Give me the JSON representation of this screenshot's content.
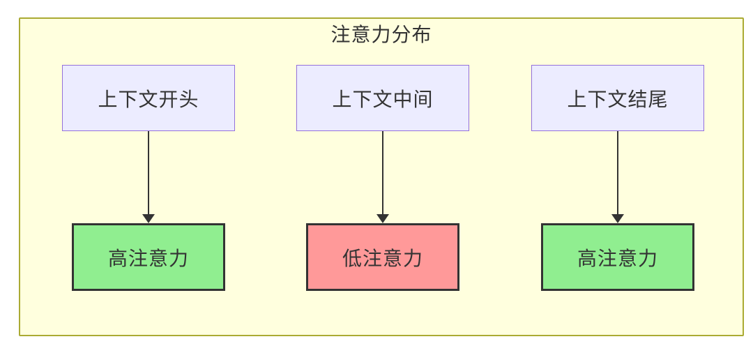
{
  "diagram": {
    "title": "注意力分布",
    "columns": [
      {
        "source": "上下文开头",
        "target": "高注意力",
        "level": "high"
      },
      {
        "source": "上下文中间",
        "target": "低注意力",
        "level": "low"
      },
      {
        "source": "上下文结尾",
        "target": "高注意力",
        "level": "high"
      }
    ],
    "colors": {
      "frame_fill": "#ffffde",
      "frame_border": "#aaaa33",
      "source_fill": "#ececff",
      "source_border": "#9370db",
      "high_fill": "#90ee90",
      "low_fill": "#ff9999",
      "target_border": "#333333",
      "arrow": "#333333",
      "text": "#333333"
    }
  }
}
